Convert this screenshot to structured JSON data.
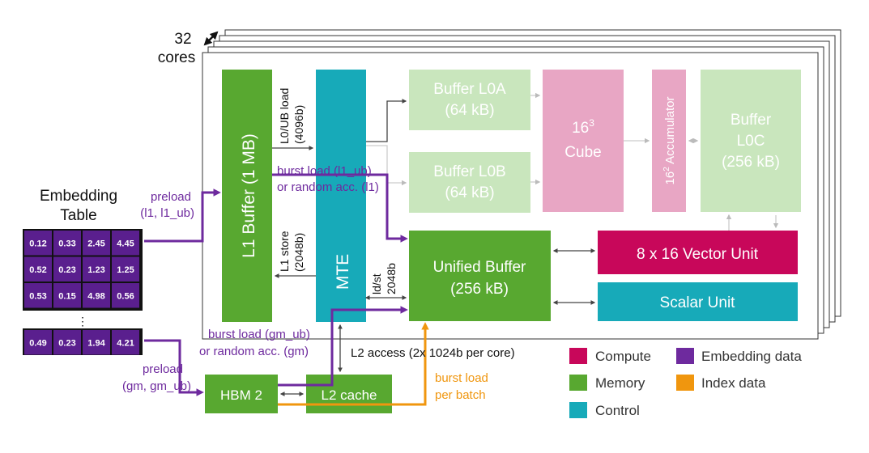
{
  "cores": {
    "count": "32",
    "label": "cores"
  },
  "embedding_table": {
    "title_line1": "Embedding",
    "title_line2": "Table",
    "rows": [
      [
        "0.12",
        "0.33",
        "2.45",
        "4.45"
      ],
      [
        "0.52",
        "0.23",
        "1.23",
        "1.25"
      ],
      [
        "0.53",
        "0.15",
        "4.98",
        "0.56"
      ]
    ],
    "ellipsis": "⋮",
    "last_row": [
      "0.49",
      "0.23",
      "1.94",
      "4.21"
    ]
  },
  "blocks": {
    "l1_buffer": "L1 Buffer (1 MB)",
    "mte": "MTE",
    "buffer_l0a": {
      "line1": "Buffer L0A",
      "line2": "(64 kB)"
    },
    "buffer_l0b": {
      "line1": "Buffer L0B",
      "line2": "(64 kB)"
    },
    "cube": {
      "line1_base": "16",
      "line1_sup": "3",
      "line2": "Cube"
    },
    "accumulator": {
      "base": "16",
      "sup": "2",
      "rest": " Accumulator"
    },
    "buffer_l0c": {
      "line1": "Buffer",
      "line2": "L0C",
      "line3": "(256 kB)"
    },
    "vector_unit": "8 x 16 Vector Unit",
    "unified_buffer": {
      "line1": "Unified Buffer",
      "line2": "(256 kB)"
    },
    "scalar_unit": "Scalar Unit",
    "hbm2": "HBM 2",
    "l2_cache": "L2 cache"
  },
  "annotations": {
    "l0ub_load": {
      "line1": "L0/UB load",
      "line2": "(4096b)"
    },
    "l1_store": {
      "line1": "L1 store",
      "line2": "(2048b)"
    },
    "ldst": {
      "line1": "ld/st",
      "line2": "2048b"
    },
    "burst_l1": {
      "line1": "burst load (l1_ub)",
      "line2": "or random acc. (l1)"
    },
    "preload_l1": {
      "line1": "preload",
      "line2": "(l1, l1_ub)"
    },
    "burst_gm": {
      "line1": "burst load (gm_ub)",
      "line2": "or random acc. (gm)"
    },
    "preload_gm": {
      "line1": "preload",
      "line2": "(gm, gm_ub)"
    },
    "l2_access": "L2 access (2x 1024b per core)",
    "burst_batch": {
      "line1": "burst load",
      "line2": "per batch"
    }
  },
  "legend": {
    "compute": "Compute",
    "memory": "Memory",
    "control": "Control",
    "embedding": "Embedding data",
    "index": "Index data"
  },
  "colors": {
    "memory": "#58a830",
    "memory_light": "#c9e6bd",
    "control": "#17aab9",
    "compute": "#c8075a",
    "compute_light": "#e8a6c4",
    "embedding": "#6e2a9e",
    "index": "#f0960e",
    "table_cell": "#5a1f8e"
  }
}
